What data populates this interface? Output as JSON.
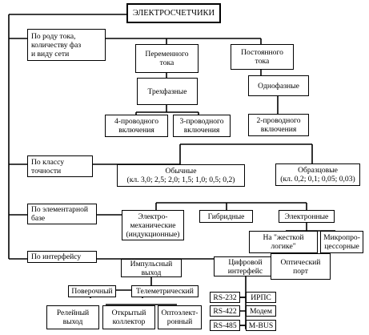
{
  "root": "ЭЛЕКТРОСЧЕТЧИКИ",
  "criteria": {
    "current": "По роду тока,\nколичеству фаз\nи виду сети",
    "accuracy": "По классу\nточности",
    "base": "По элементарной\nбазе",
    "interface": "По интерфейсу"
  },
  "current_branch": {
    "ac": "Переменного\nтока",
    "dc": "Постоянного\nтока",
    "three_phase": "Трехфазные",
    "single_phase": "Однофазные",
    "four_wire": "4-проводного\nвключения",
    "three_wire": "3-проводного\nвключения",
    "two_wire": "2-проводного\nвключения"
  },
  "accuracy_branch": {
    "ordinary": "Обычные\n(кл. 3,0; 2,5; 2,0; 1,5; 1,0; 0,5; 0,2)",
    "reference": "Образцовые\n(кл. 0,2; 0,1; 0,05; 0,03)"
  },
  "base_branch": {
    "electromechanical": "Электро-\nмеханические\n(индукционные)",
    "hybrid": "Гибридные",
    "electronic": "Электронные",
    "hard_logic": "На \"жесткой\nлогике\"",
    "microprocessor": "Микропро-\nцессорные"
  },
  "interface_branch": {
    "pulse": "Импульсный\nвыход",
    "digital": "Цифровой\nинтерфейс",
    "optical": "Оптический\nпорт",
    "pulse_types": [
      "Поверочный",
      "Телеметрический"
    ],
    "outputs": [
      "Релейный\nвыход",
      "Открытый\nколлектор",
      "Оптоэлект-\nронный"
    ],
    "digital_rows": [
      {
        "port": "RS-232",
        "protocol": "ИРПС"
      },
      {
        "port": "RS-422",
        "protocol": "Модем"
      },
      {
        "port": "RS-485",
        "protocol": "M-BUS"
      }
    ]
  }
}
